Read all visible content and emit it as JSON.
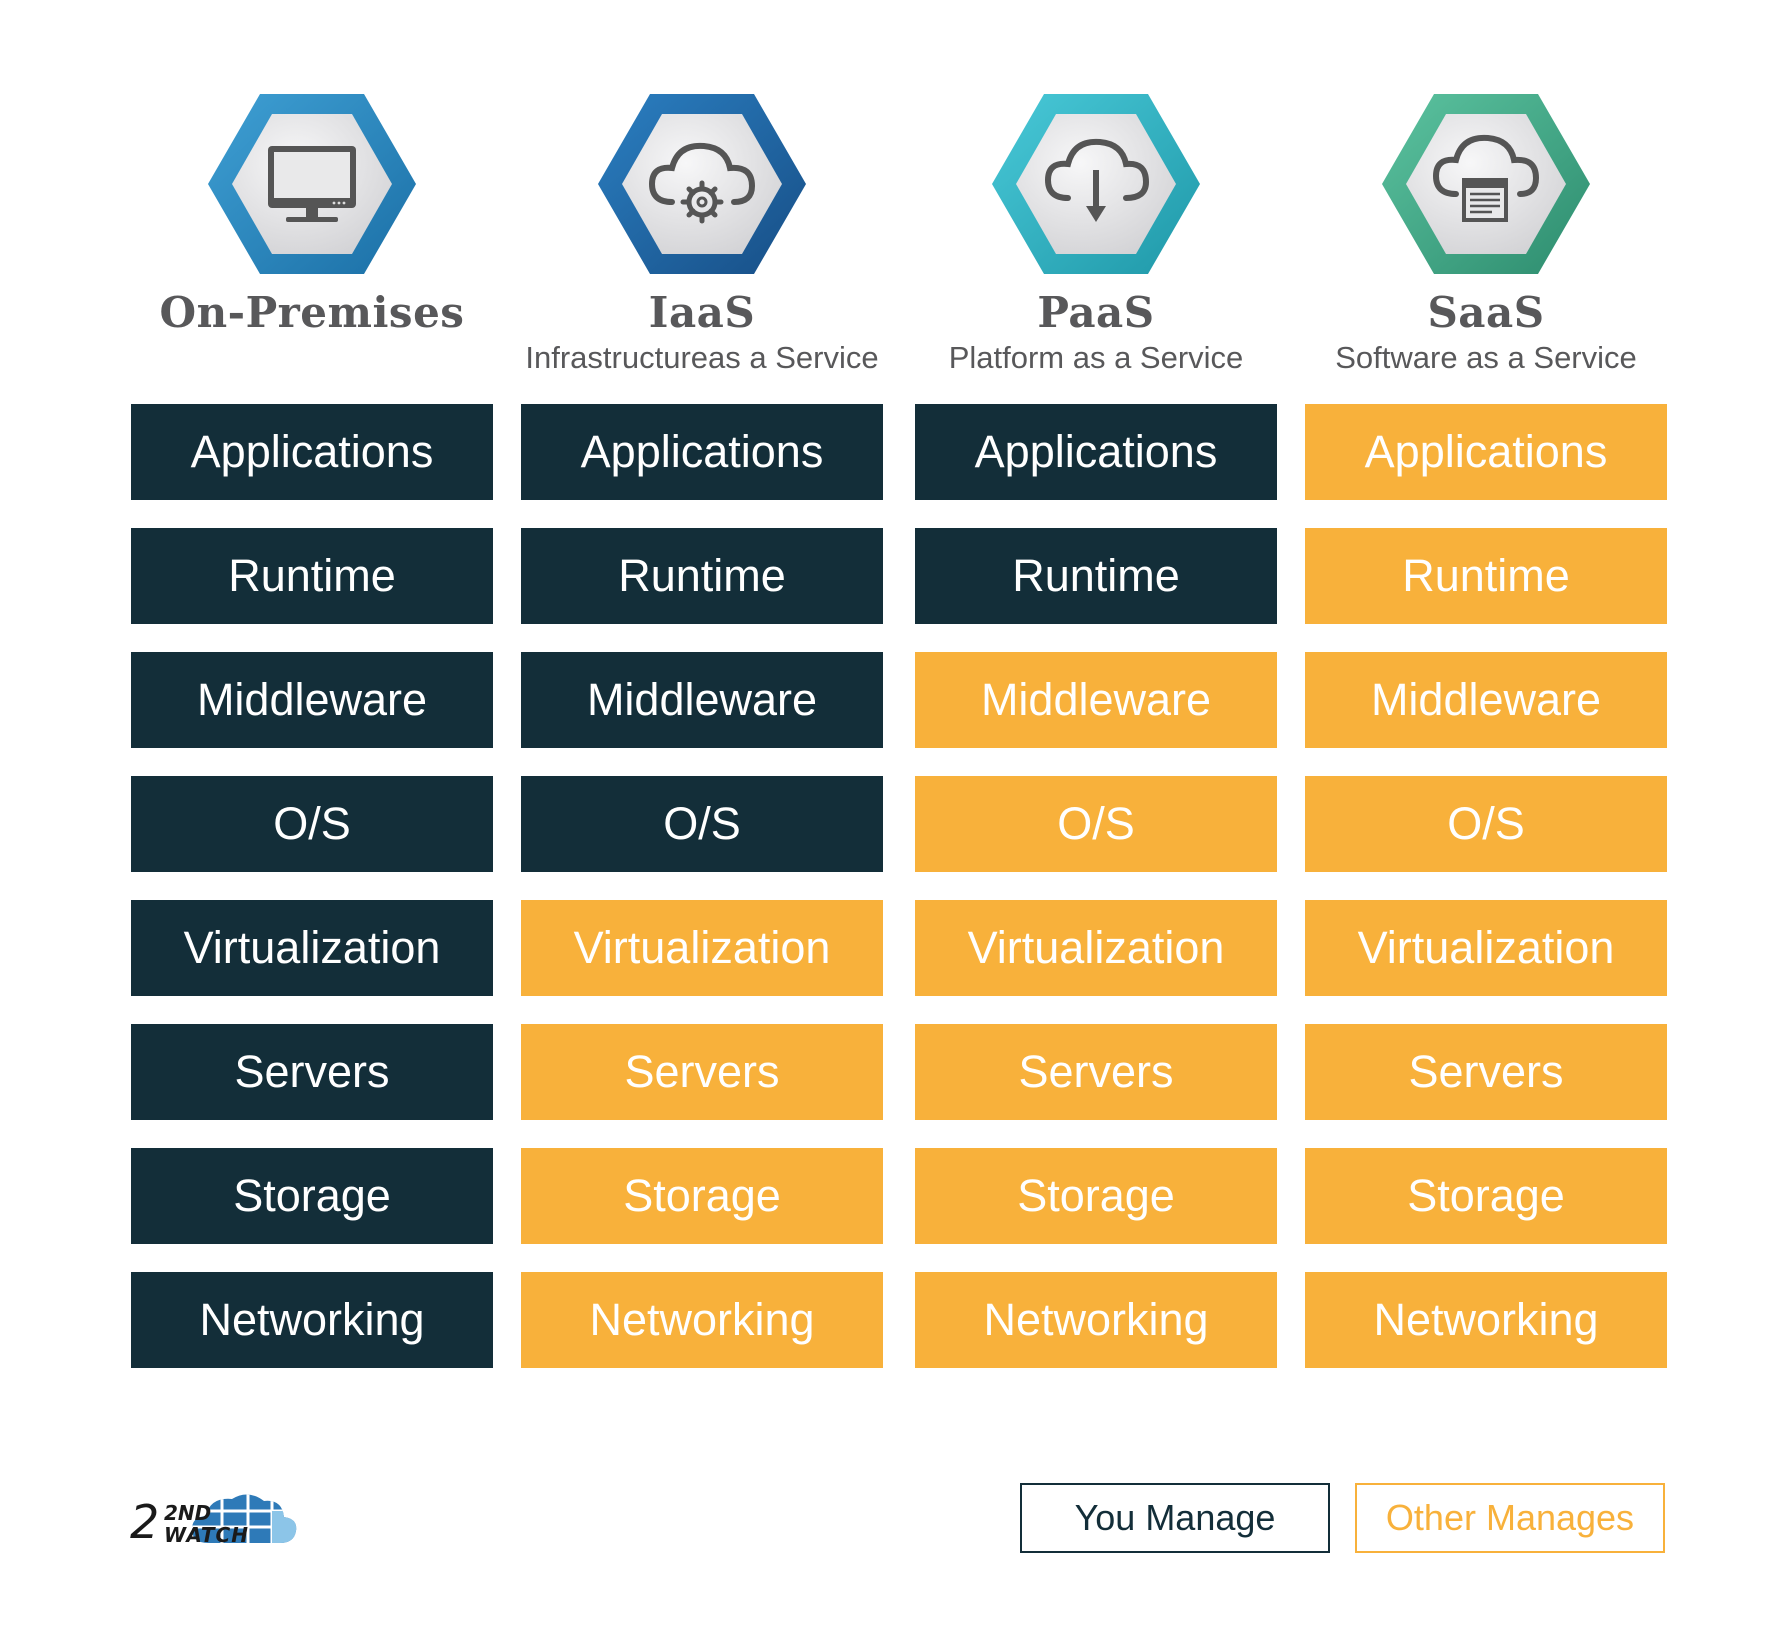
{
  "columns": [
    {
      "title": "On-Premises",
      "subtitle": "",
      "icon": "monitor-icon",
      "hex_color_top": "#3fa0d4",
      "hex_color_bottom": "#1b6fa6",
      "layers": [
        {
          "label": "Applications",
          "manager": "you"
        },
        {
          "label": "Runtime",
          "manager": "you"
        },
        {
          "label": "Middleware",
          "manager": "you"
        },
        {
          "label": "O/S",
          "manager": "you"
        },
        {
          "label": "Virtualization",
          "manager": "you"
        },
        {
          "label": "Servers",
          "manager": "you"
        },
        {
          "label": "Storage",
          "manager": "you"
        },
        {
          "label": "Networking",
          "manager": "you"
        }
      ]
    },
    {
      "title": "IaaS",
      "subtitle": "Infrastructureas a Service",
      "icon": "cloud-gear-icon",
      "hex_color_top": "#2b7fc1",
      "hex_color_bottom": "#174e86",
      "layers": [
        {
          "label": "Applications",
          "manager": "you"
        },
        {
          "label": "Runtime",
          "manager": "you"
        },
        {
          "label": "Middleware",
          "manager": "you"
        },
        {
          "label": "O/S",
          "manager": "you"
        },
        {
          "label": "Virtualization",
          "manager": "other"
        },
        {
          "label": "Servers",
          "manager": "other"
        },
        {
          "label": "Storage",
          "manager": "other"
        },
        {
          "label": "Networking",
          "manager": "other"
        }
      ]
    },
    {
      "title": "PaaS",
      "subtitle": "Platform as a Service",
      "icon": "cloud-download-icon",
      "hex_color_top": "#49c9d8",
      "hex_color_bottom": "#1f98a8",
      "layers": [
        {
          "label": "Applications",
          "manager": "you"
        },
        {
          "label": "Runtime",
          "manager": "you"
        },
        {
          "label": "Middleware",
          "manager": "other"
        },
        {
          "label": "O/S",
          "manager": "other"
        },
        {
          "label": "Virtualization",
          "manager": "other"
        },
        {
          "label": "Servers",
          "manager": "other"
        },
        {
          "label": "Storage",
          "manager": "other"
        },
        {
          "label": "Networking",
          "manager": "other"
        }
      ]
    },
    {
      "title": "SaaS",
      "subtitle": "Software as a Service",
      "icon": "cloud-document-icon",
      "hex_color_top": "#5cc3a0",
      "hex_color_bottom": "#2d8c6e",
      "layers": [
        {
          "label": "Applications",
          "manager": "other"
        },
        {
          "label": "Runtime",
          "manager": "other"
        },
        {
          "label": "Middleware",
          "manager": "other"
        },
        {
          "label": "O/S",
          "manager": "other"
        },
        {
          "label": "Virtualization",
          "manager": "other"
        },
        {
          "label": "Servers",
          "manager": "other"
        },
        {
          "label": "Storage",
          "manager": "other"
        },
        {
          "label": "Networking",
          "manager": "other"
        }
      ]
    }
  ],
  "legend": {
    "you_label": "You Manage",
    "other_label": "Other Manages"
  },
  "colors": {
    "you": "#132e39",
    "other": "#f8b13b"
  },
  "logo": {
    "text_top": "2ND",
    "text_bottom": "WATCH",
    "icon": "cloud-logo-icon"
  }
}
